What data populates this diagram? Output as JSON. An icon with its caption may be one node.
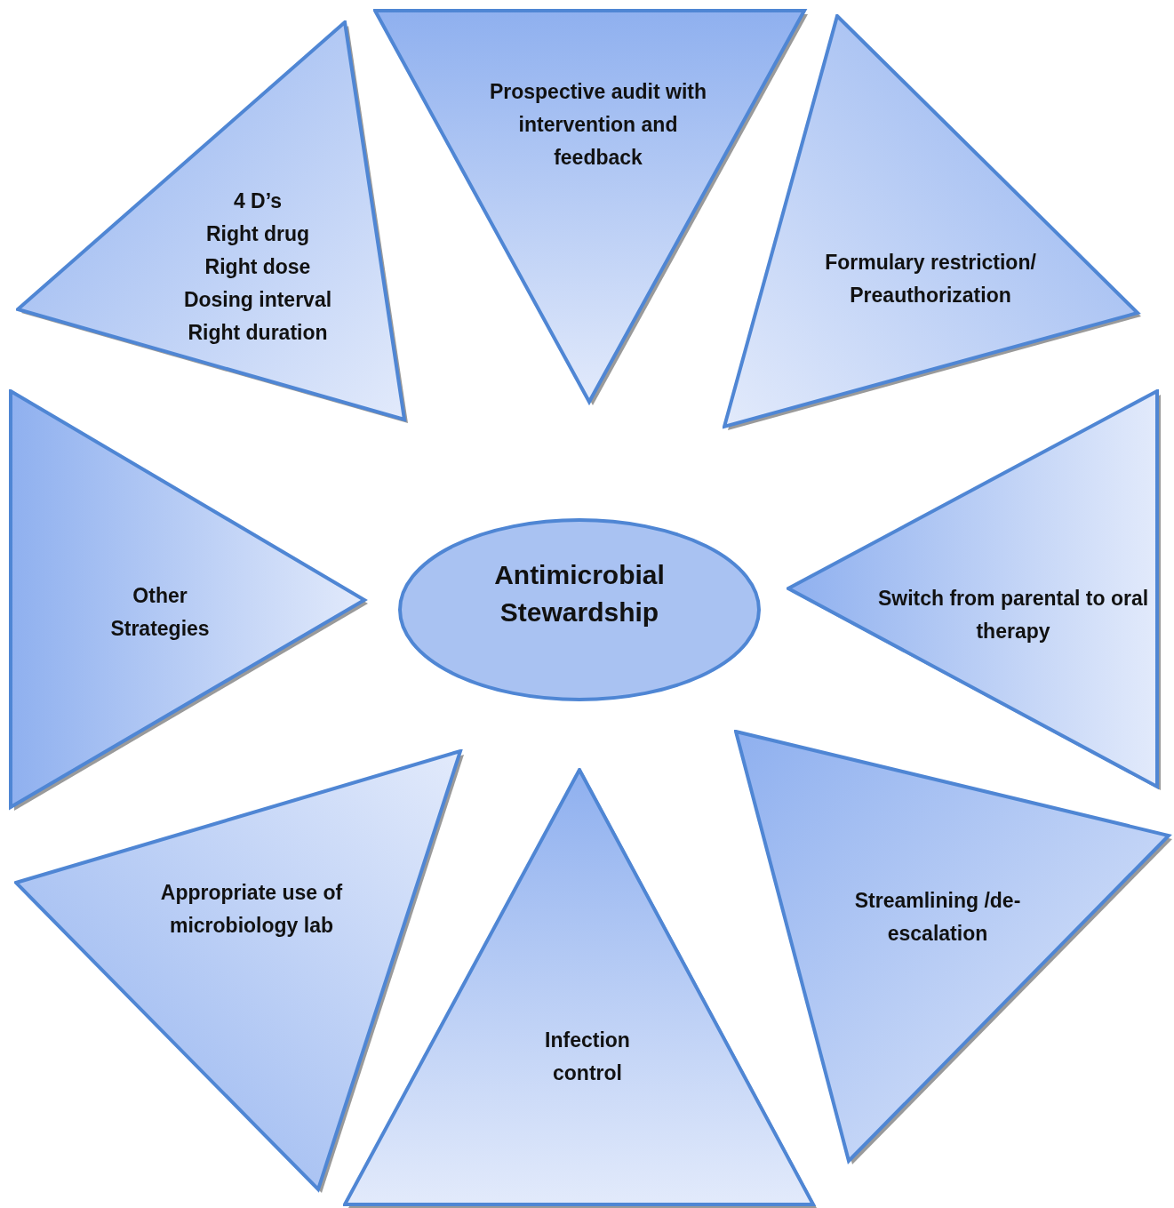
{
  "diagram": {
    "nodes": [
      {
        "text": [
          "4 D’s",
          "Right drug",
          "Right dose",
          "Dosing interval",
          "Right duration"
        ]
      },
      {
        "text": [
          "Prospective audit with intervention and feedback"
        ]
      },
      {
        "text": [
          "Formulary restriction/ Preauthorization"
        ]
      },
      {
        "text": [
          "Other Strategies"
        ]
      },
      {
        "text": [
          "Antimicrobial Stewardship"
        ]
      },
      {
        "text": [
          "Switch from parental to oral therapy"
        ]
      },
      {
        "text": [
          "Appropriate use of microbiology lab"
        ]
      },
      {
        "text": [
          "Infection control"
        ]
      },
      {
        "text": [
          "Streamlining /de-escalation"
        ]
      }
    ]
  }
}
